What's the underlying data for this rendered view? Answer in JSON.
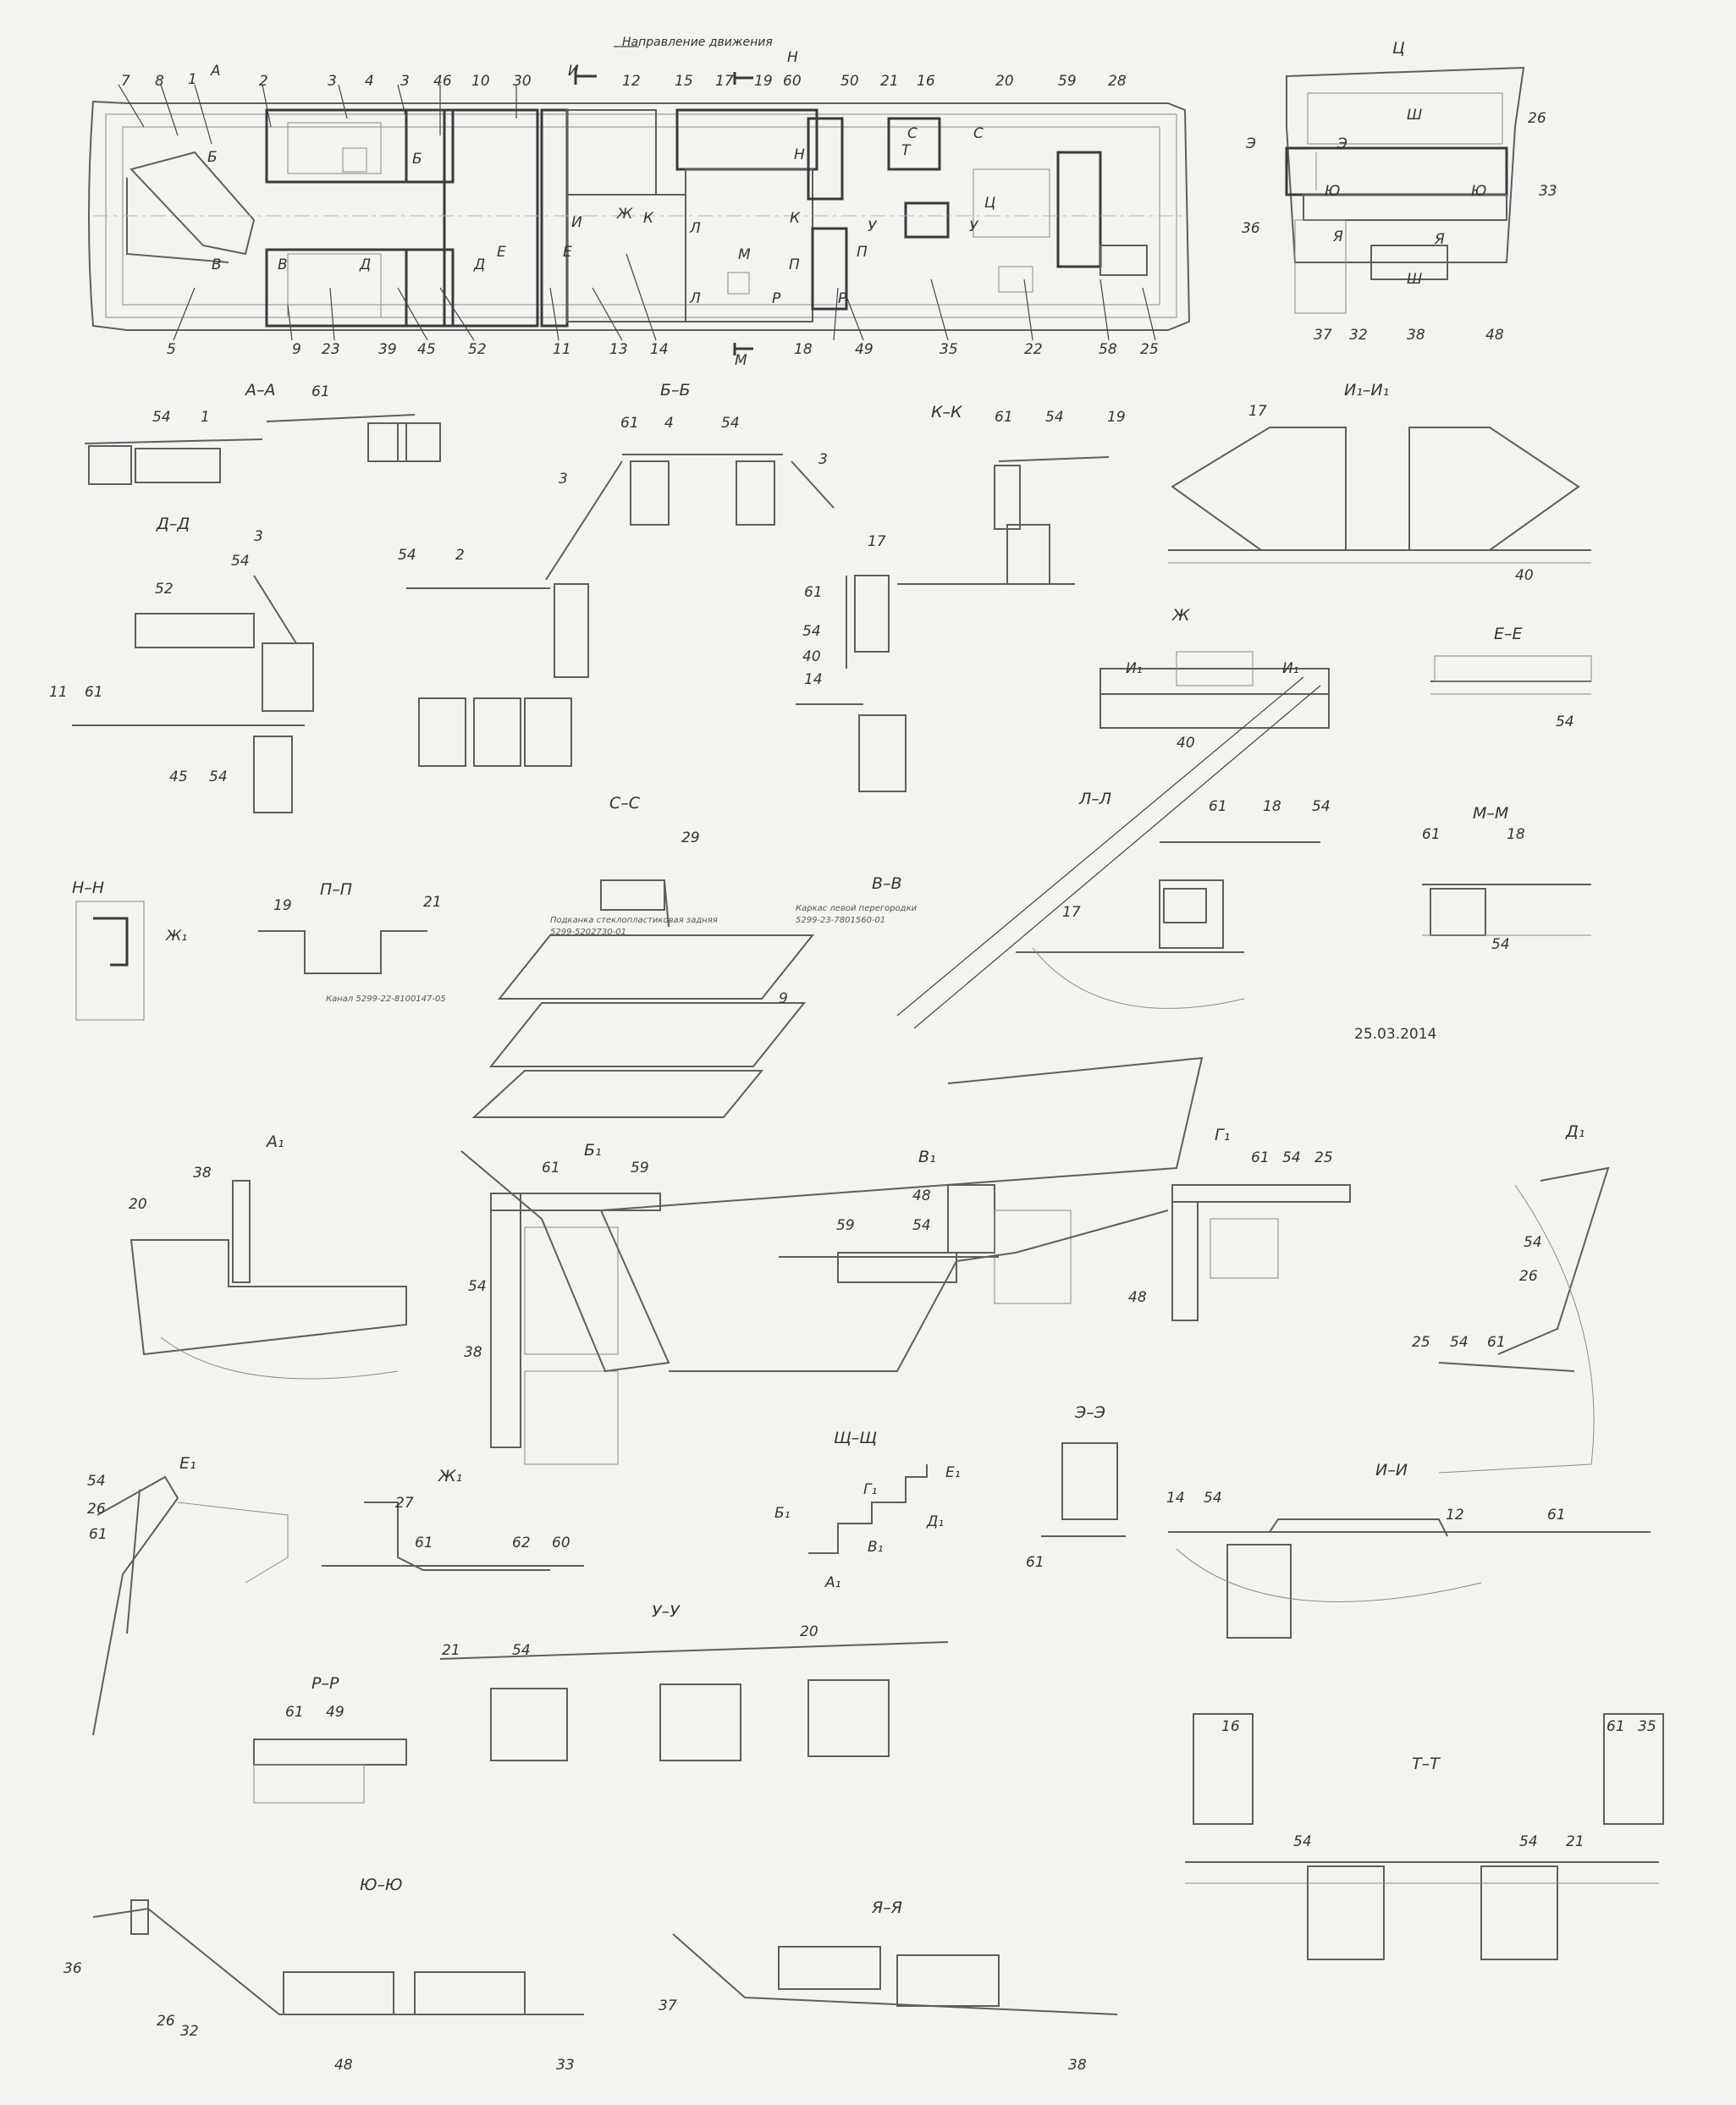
{
  "header": {
    "direction_label": "Направление движения",
    "date": "25.03.2014"
  },
  "notes": {
    "rear_panel": "Подканка стеклопластиковая задняя",
    "rear_panel_code": "5299-5202730-01",
    "left_frame": "Каркас левой перегородки",
    "left_frame_code": "5299-23-7801560-01",
    "channel": "Канал 5299-22-8100147-05"
  },
  "plan_labels": [
    "7",
    "8",
    "1",
    "А",
    "2",
    "3",
    "4",
    "3",
    "46",
    "10",
    "30",
    "И",
    "12",
    "15",
    "17",
    "19",
    "Н",
    "60",
    "50",
    "21",
    "16",
    "20",
    "59",
    "28",
    "Б",
    "Б",
    "В",
    "В",
    "Д",
    "Д",
    "Е",
    "Е",
    "Ж",
    "И",
    "К",
    "К",
    "Л",
    "Л",
    "М",
    "М",
    "Н",
    "П",
    "П",
    "Р",
    "Р",
    "С",
    "С",
    "Т",
    "У",
    "У",
    "Ц",
    "5",
    "9",
    "23",
    "39",
    "45",
    "52",
    "11",
    "13",
    "14",
    "18",
    "49",
    "35",
    "22",
    "58",
    "25"
  ],
  "rear_view": {
    "title": "Ц",
    "labels": [
      "Э",
      "Ш",
      "Э",
      "26",
      "Ю",
      "Ю",
      "33",
      "36",
      "Я",
      "Я",
      "Ш",
      "37",
      "32",
      "38",
      "48"
    ]
  },
  "sections": {
    "aa": {
      "title": "А–А",
      "labels": [
        "54",
        "1",
        "61"
      ]
    },
    "bb": {
      "title": "Б–Б",
      "labels": [
        "61",
        "4",
        "54",
        "3",
        "3",
        "54",
        "2"
      ]
    },
    "kk": {
      "title": "К–К",
      "labels": [
        "61",
        "54",
        "19",
        "17",
        "61",
        "54",
        "40",
        "14"
      ]
    },
    "i1i1": {
      "title": "И₁–И₁",
      "labels": [
        "17",
        "40"
      ]
    },
    "dd": {
      "title": "Д–Д",
      "labels": [
        "3",
        "54",
        "52",
        "11",
        "61",
        "45",
        "54"
      ]
    },
    "zh": {
      "title": "Ж",
      "labels": [
        "И₁",
        "И₁",
        "40"
      ]
    },
    "ee": {
      "title": "Е–Е",
      "labels": [
        "54"
      ]
    },
    "ss": {
      "title": "С–С",
      "labels": [
        "29"
      ]
    },
    "vv": {
      "title": "В–В",
      "labels": [
        "9"
      ]
    },
    "ll": {
      "title": "Л–Л",
      "labels": [
        "61",
        "18",
        "54",
        "17"
      ]
    },
    "mm": {
      "title": "М–М",
      "labels": [
        "61",
        "18",
        "54"
      ]
    },
    "nn": {
      "title": "Н–Н",
      "labels": [
        "Ж₁"
      ]
    },
    "pp": {
      "title": "П–П",
      "labels": [
        "19",
        "21"
      ]
    },
    "a1": {
      "title": "А₁",
      "labels": [
        "38",
        "20"
      ]
    },
    "b1": {
      "title": "Б₁",
      "labels": [
        "61",
        "59",
        "54",
        "38"
      ]
    },
    "v1": {
      "title": "В₁",
      "labels": [
        "48",
        "59",
        "54"
      ]
    },
    "g1": {
      "title": "Г₁",
      "labels": [
        "61",
        "54",
        "25",
        "48"
      ]
    },
    "d1": {
      "title": "Д₁",
      "labels": [
        "54",
        "26",
        "25",
        "54",
        "61"
      ]
    },
    "e1": {
      "title": "Е₁",
      "labels": [
        "54",
        "26",
        "61"
      ]
    },
    "zh1": {
      "title": "Ж₁",
      "labels": [
        "27",
        "61",
        "62",
        "60"
      ]
    },
    "shsh": {
      "title": "Щ–Щ",
      "labels": [
        "Б₁",
        "Г₁",
        "Е₁",
        "Д₁",
        "В₁",
        "А₁"
      ]
    },
    "ee2": {
      "title": "Э–Э",
      "labels": [
        "61"
      ]
    },
    "ii": {
      "title": "И–И",
      "labels": [
        "14",
        "54",
        "12",
        "61"
      ]
    },
    "uu": {
      "title": "У–У",
      "labels": [
        "21",
        "54",
        "20"
      ]
    },
    "rr": {
      "title": "Р–Р",
      "labels": [
        "61",
        "49"
      ]
    },
    "tt": {
      "title": "Т–Т",
      "labels": [
        "16",
        "61",
        "35",
        "54",
        "54",
        "21"
      ]
    },
    "yuyu": {
      "title": "Ю–Ю",
      "labels": [
        "36",
        "26",
        "32",
        "48",
        "33"
      ]
    },
    "yaya": {
      "title": "Я–Я",
      "labels": [
        "37",
        "38"
      ]
    }
  }
}
